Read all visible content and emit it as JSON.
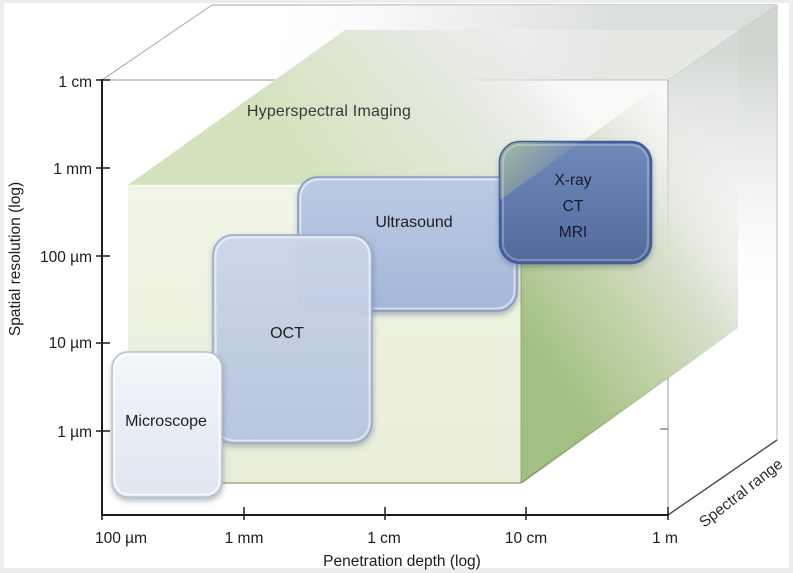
{
  "figure": {
    "description": "3D log-log chart comparing biomedical imaging modalities by penetration depth, spatial resolution and spectral range",
    "canvas_bg": "#ffffff",
    "page_bg": "#ecedee"
  },
  "axes": {
    "x": {
      "title": "Penetration depth (log)",
      "ticks": [
        "100 µm",
        "1 mm",
        "1 cm",
        "10 cm",
        "1 m"
      ]
    },
    "y": {
      "title": "Spatial resolution (log)",
      "ticks": [
        "1 cm",
        "1 mm",
        "100 µm",
        "10 µm",
        "1 µm"
      ]
    },
    "z": {
      "title": "Spectral range"
    }
  },
  "volume": {
    "label": "Hyperspectral Imaging",
    "front_color": "#ebf1dc",
    "side_color": "#a3c084"
  },
  "modalities": [
    {
      "id": "microscope",
      "label": "Microscope",
      "fill": "#e7ecf4"
    },
    {
      "id": "oct",
      "label": "OCT",
      "fill": "#c0cde4"
    },
    {
      "id": "ultrasound",
      "label": "Ultrasound",
      "fill": "#aebfdd"
    },
    {
      "id": "xray-ct-mri",
      "lines": [
        "X-ray",
        "CT",
        "MRI"
      ],
      "fill": "#5b76ab"
    }
  ],
  "chart_data": {
    "type": "area",
    "title": "",
    "xlabel": "Penetration depth (log)",
    "ylabel": "Spatial resolution (log)",
    "zlabel": "Spectral range",
    "x_ticks": [
      "100 µm",
      "1 mm",
      "1 cm",
      "10 cm",
      "1 m"
    ],
    "y_ticks": [
      "1 cm",
      "1 mm",
      "100 µm",
      "10 µm",
      "1 µm"
    ],
    "x_scale": "log",
    "y_scale": "log",
    "grid": false,
    "regions": [
      {
        "name": "Microscope",
        "penetration_depth": [
          "100 µm",
          "700 µm"
        ],
        "spatial_resolution": [
          "0.2 µm",
          "8 µm"
        ]
      },
      {
        "name": "OCT",
        "penetration_depth": [
          "600 µm",
          "8 mm"
        ],
        "spatial_resolution": [
          "0.7 µm",
          "170 µm"
        ]
      },
      {
        "name": "Ultrasound",
        "penetration_depth": [
          "2 mm",
          "8 cm"
        ],
        "spatial_resolution": [
          "20 µm",
          "800 µm"
        ]
      },
      {
        "name": "X-ray / CT / MRI",
        "penetration_depth": [
          "6 cm",
          "80 cm"
        ],
        "spatial_resolution": [
          "80 µm",
          "2 mm"
        ]
      },
      {
        "name": "Hyperspectral Imaging",
        "penetration_depth": [
          "150 µm",
          "9 cm"
        ],
        "spatial_resolution": [
          "0.25 µm",
          "600 µm"
        ],
        "spectral_range": "full extent of spectral-range axis"
      }
    ]
  }
}
